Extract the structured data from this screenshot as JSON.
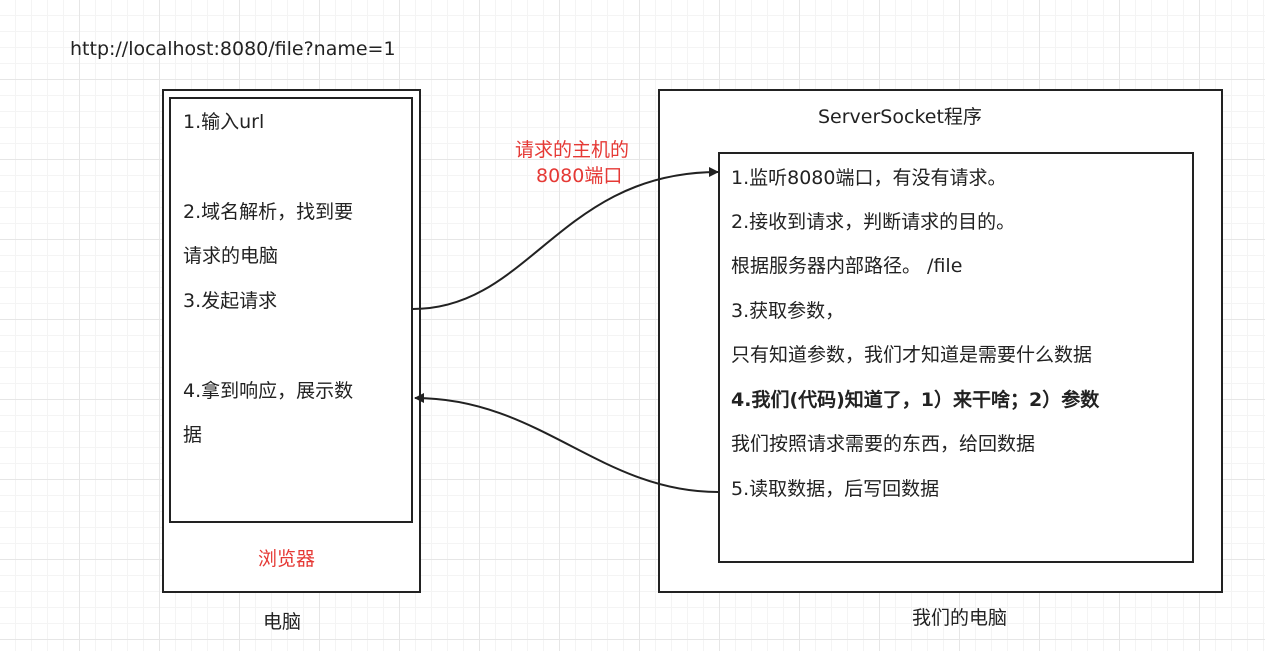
{
  "url_text": "http://localhost:8080/file?name=1",
  "computer": {
    "label": "电脑",
    "browser_label": "浏览器",
    "steps": [
      "1.输入url",
      "2.域名解析，找到要",
      "请求的电脑",
      "3.发起请求",
      "4.拿到响应，展示数",
      "据"
    ]
  },
  "server": {
    "label": "我们的电脑",
    "program_title": "ServerSocket程序",
    "steps": [
      "1.监听8080端口，有没有请求。",
      "2.接收到请求，判断请求的目的。",
      "根据服务器内部路径。 /file",
      "3.获取参数，",
      "只有知道参数，我们才知道是需要什么数据",
      "4.我们(代码)知道了，1）来干啥；2）参数",
      "我们按照请求需要的东西，给回数据",
      "5.读取数据，后写回数据"
    ]
  },
  "arrow_label": {
    "line1": "请求的主机的",
    "line2": "8080端口"
  },
  "colors": {
    "annotation": "#e53935",
    "border": "#222222"
  }
}
